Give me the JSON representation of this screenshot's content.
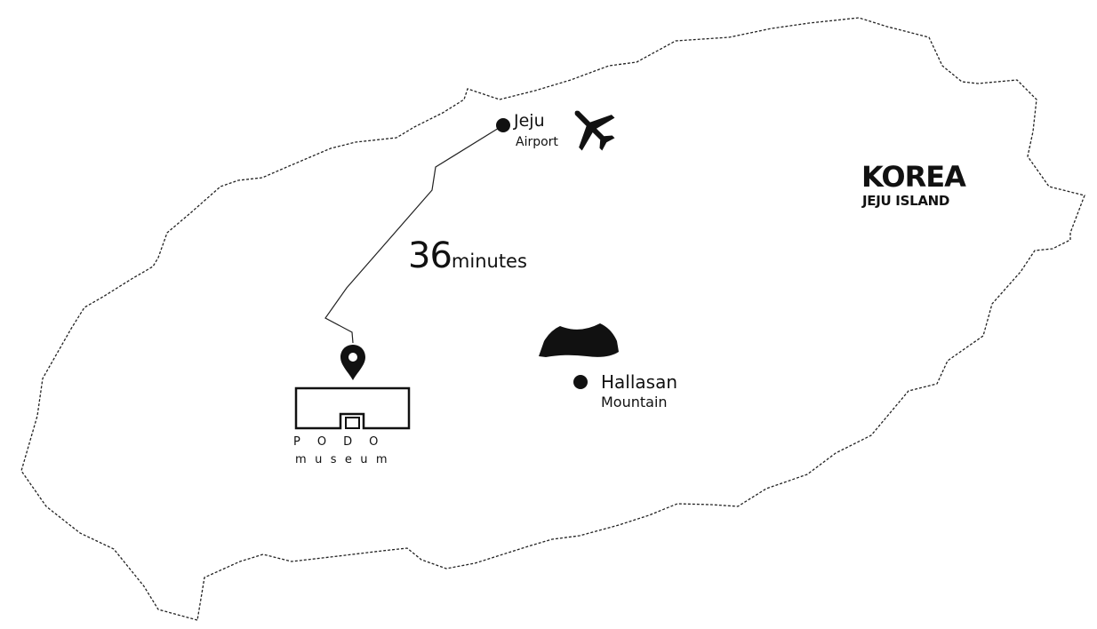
{
  "title": {
    "main": "KOREA",
    "sub": "JEJU ISLAND"
  },
  "airport": {
    "name": "Jeju",
    "label": "Airport",
    "icon": "airplane-icon"
  },
  "route": {
    "duration_value": "36",
    "duration_unit": "minutes"
  },
  "mountain": {
    "name": "Hallasan",
    "label": "Mountain",
    "icon": "mountain-icon"
  },
  "museum": {
    "line1": "PODO",
    "line2": "museum",
    "icon": "location-pin-icon"
  },
  "colors": {
    "ink": "#111111",
    "background": "#ffffff"
  }
}
